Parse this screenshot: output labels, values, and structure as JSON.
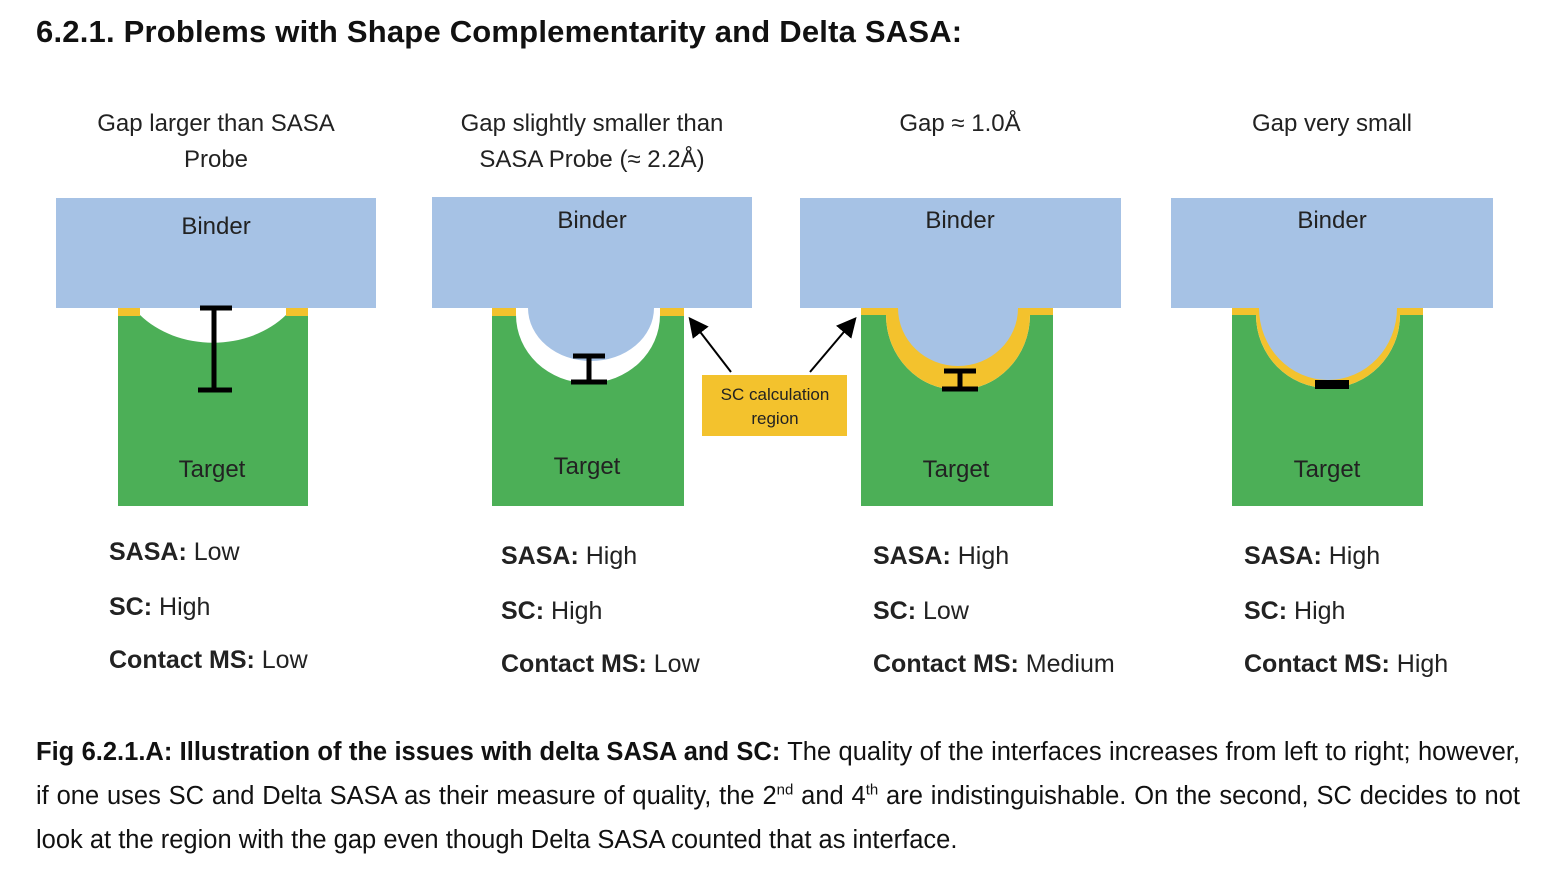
{
  "heading": "6.2.1. Problems with Shape Complementarity and Delta SASA:",
  "colors": {
    "binder": "#a6c2e5",
    "target": "#4caf57",
    "sc_region": "#f3c22d",
    "gap": "#ffffff",
    "marker": "#000000"
  },
  "panels": [
    {
      "header_line1": "Gap larger than SASA",
      "header_line2": "Probe",
      "binder_label": "Binder",
      "target_label": "Target",
      "sasa_key": "SASA:",
      "sasa_value": "Low",
      "sc_key": "SC:",
      "sc_value": "High",
      "ms_key": "Contact MS:",
      "ms_value": "Low"
    },
    {
      "header_line1": "Gap slightly smaller than",
      "header_line2": "SASA Probe (≈ 2.2Å)",
      "binder_label": "Binder",
      "target_label": "Target",
      "sasa_key": "SASA:",
      "sasa_value": "High",
      "sc_key": "SC:",
      "sc_value": "High",
      "ms_key": "Contact MS:",
      "ms_value": "Low"
    },
    {
      "header_line1": "",
      "header_line2": "Gap ≈ 1.0Å",
      "binder_label": "Binder",
      "target_label": "Target",
      "sasa_key": "SASA:",
      "sasa_value": "High",
      "sc_key": "SC:",
      "sc_value": "Low",
      "ms_key": "Contact MS:",
      "ms_value": "Medium"
    },
    {
      "header_line1": "",
      "header_line2": "Gap very small",
      "binder_label": "Binder",
      "target_label": "Target",
      "sasa_key": "SASA:",
      "sasa_value": "High",
      "sc_key": "SC:",
      "sc_value": "High",
      "ms_key": "Contact MS:",
      "ms_value": "High"
    }
  ],
  "callout": {
    "line1": "SC calculation",
    "line2": "region"
  },
  "caption": {
    "bold": "Fig 6.2.1.A: Illustration of the issues with delta SASA and SC:",
    "part1": " The quality of the interfaces increases from left to right; however, if one uses SC and Delta SASA as their measure of quality, the 2",
    "sup1": "nd",
    "part2": " and 4",
    "sup2": "th",
    "part3": " are indistinguishable. On the second, SC decides to not look at the region with the gap even though Delta SASA counted that as interface."
  }
}
